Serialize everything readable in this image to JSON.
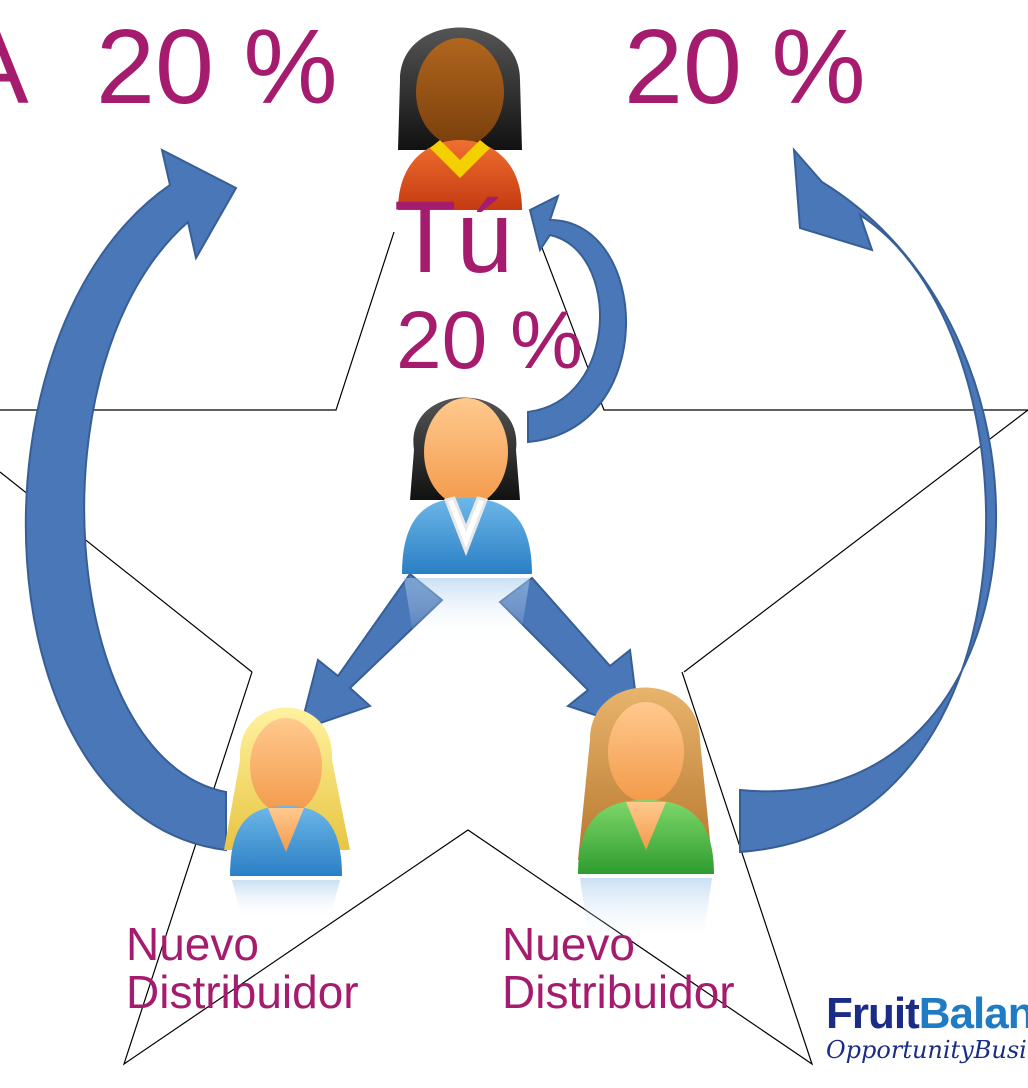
{
  "colors": {
    "label": "#a51c6e",
    "arrow": "#4a77b8",
    "arrow_edge": "#375f96",
    "star_outline": "#000000",
    "brand_dark": "#1a2c86",
    "brand_light": "#1f7bc4"
  },
  "labels": {
    "edge_fragment": "A",
    "pct_left": "20 %",
    "pct_right": "20 %",
    "you": "Tú",
    "pct_mid": "20 %"
  },
  "new_left": {
    "line1": "Nuevo",
    "line2": "Distribuidor"
  },
  "new_right": {
    "line1": "Nuevo",
    "line2": "Distribuidor"
  },
  "brand": {
    "name_part1": "Fruit",
    "name_part2": "Balan",
    "subtitle": "OpportunityBusi"
  },
  "icons": {
    "top_person": "woman-orange-avatar-icon",
    "middle_person": "woman-blue-avatar-icon",
    "left_person": "blonde-woman-avatar-icon",
    "right_person": "brunette-woman-green-avatar-icon"
  }
}
